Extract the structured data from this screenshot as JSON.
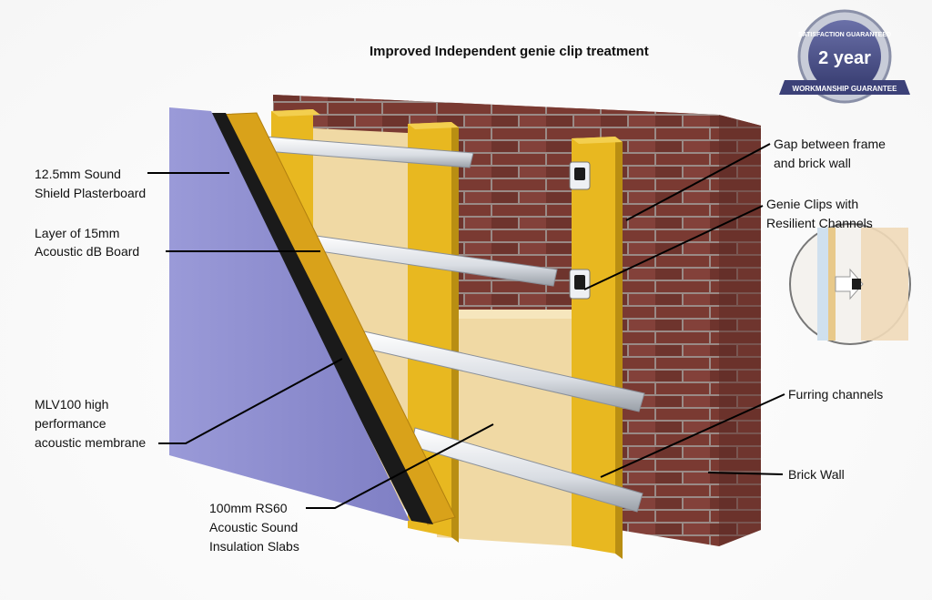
{
  "title": "Improved Independent genie clip treatment",
  "badge": {
    "top_text": "SATISFACTION GUARANTEED",
    "main_text": "2 year",
    "ribbon_text": "WORKMANSHIP GUARANTEE"
  },
  "labels": {
    "plasterboard": [
      "12.5mm Sound",
      "Shield Plasterboard"
    ],
    "db_board": [
      "Layer of 15mm",
      "Acoustic dB Board"
    ],
    "membrane": [
      "MLV100 high",
      "performance",
      "acoustic membrane"
    ],
    "insulation": [
      "100mm RS60",
      "Acoustic Sound",
      "Insulation Slabs"
    ],
    "gap": [
      "Gap between frame",
      "and brick wall"
    ],
    "genie_clips": [
      "Genie Clips with",
      "Resilient Channels"
    ],
    "furring": [
      "Furring channels"
    ],
    "brick_wall": [
      "Brick Wall"
    ]
  },
  "colors": {
    "brick": "#7a3a32",
    "mortar": "#9a8a86",
    "timber": "#e8b820",
    "insulation": "#f0d9a4",
    "plasterboard": "#8f8fd0",
    "membrane": "#1a1a1a",
    "db_board": "#d9a21a",
    "channel": "#e6e9ee",
    "badge": "#4a4f86"
  }
}
